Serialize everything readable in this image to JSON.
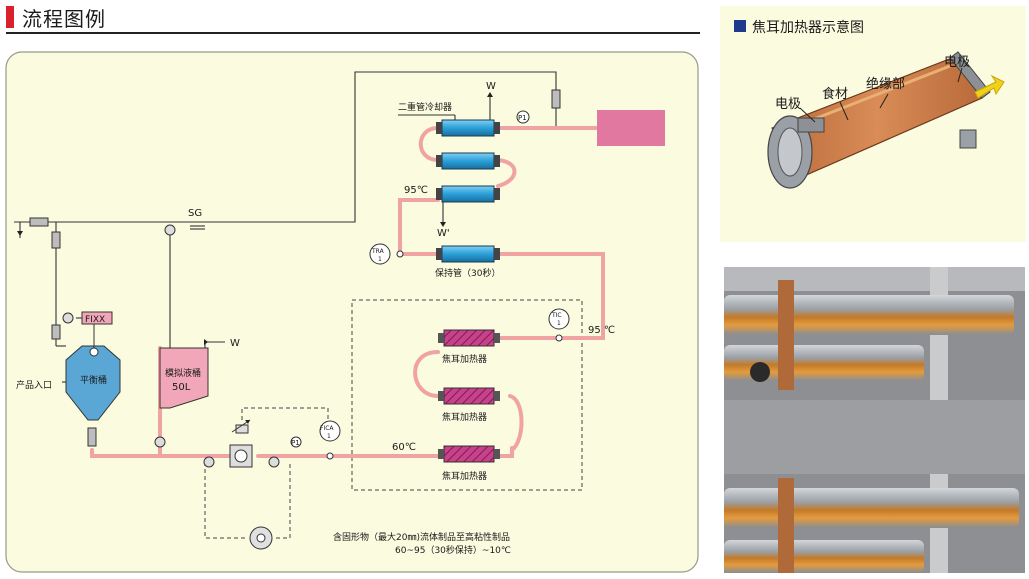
{
  "header": {
    "title": "流程图例"
  },
  "diagram": {
    "cooler_label": "二重管冷却器",
    "w_top": "W",
    "w_prime": "W'",
    "p1_label": "P1",
    "temp_95_left": "95℃",
    "temp_95_right": "95 ℃",
    "temp_60": "60℃",
    "sg_label": "SG",
    "tra_label": "TRA",
    "tra_num": "1",
    "hold_tube_label": "保持管（30秒）",
    "tic_label": "TIC",
    "tic_num": "1",
    "heater_label_1": "焦耳加热器",
    "heater_label_2": "焦耳加热器",
    "heater_label_3": "焦耳加热器",
    "fixx_label": "FIXX",
    "balance_tank_label": "平衡桶",
    "product_inlet_label": "产品入口",
    "sim_tank_label_1": "模拟液桶",
    "sim_tank_label_2": "50L",
    "w_sim": "W",
    "fica_label": "FICA",
    "fica_num": "1",
    "p1_label_2": "P1",
    "note_line1": "含固形物（最大20㎜)流体制品至高粘性制品",
    "note_line2": "60~95（30秒保持）~10℃"
  },
  "schematic": {
    "title": "焦耳加热器示意图",
    "label_electrode_left": "电极",
    "label_food": "食材",
    "label_insulation": "绝缘部",
    "label_electrode_right": "电极"
  },
  "colors": {
    "accent_red": "#d9212b",
    "panel_bg": "#fbfbe0",
    "pipe": "#f0a3a3",
    "cooler_blue": "#2a9fd8",
    "heater_pink": "#c8418a",
    "outlet_pink": "#e0789f",
    "tank_blue": "#5aa7d6",
    "sim_tank_pink": "#f2a7b8"
  }
}
